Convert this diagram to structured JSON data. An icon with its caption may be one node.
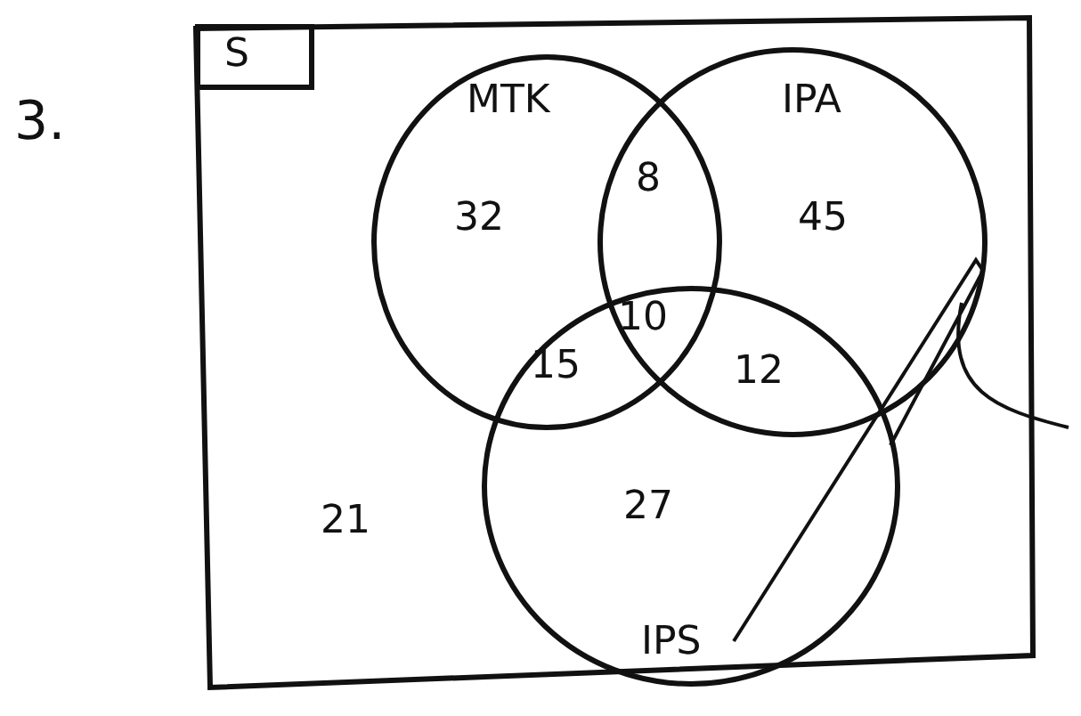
{
  "diagram": {
    "nodes": [
      {
        "text": [],
        "shape": "box"
      },
      {
        "text": [
          "S"
        ],
        "in": 0
      },
      {
        "text": [
          "MTK"
        ],
        "in": 0
      },
      {
        "text": [
          "IPA"
        ],
        "in": 0
      },
      {
        "text": [
          "IPS"
        ],
        "in": 0
      }
    ],
    "edges": [],
    "labels": [
      "3.",
      "32",
      "8",
      "45",
      "10",
      "15",
      "12",
      "27",
      "21"
    ]
  }
}
